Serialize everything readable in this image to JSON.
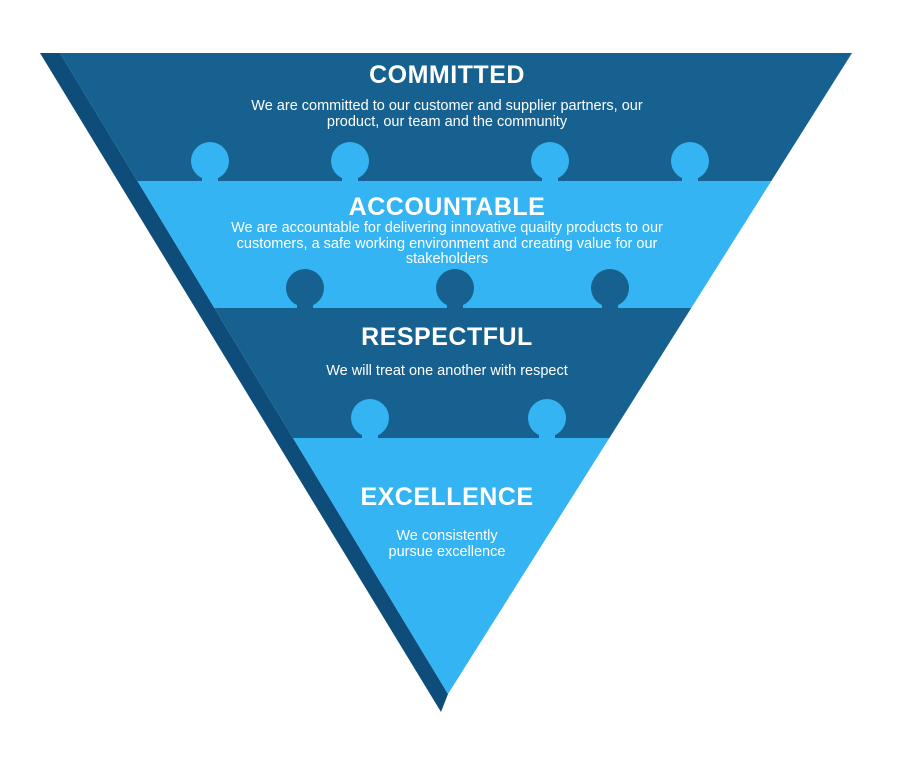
{
  "colors": {
    "dark_band": "#16618F",
    "light_band": "#34B4F2",
    "edge": "#0E4C7A",
    "text": "#FFFFFF",
    "background": "#FFFFFF"
  },
  "pyramid": {
    "levels": [
      {
        "id": "committed",
        "title": "COMMITTED",
        "lines": [
          "We are committed to our customer and supplier partners, our",
          "product, our team and the community"
        ]
      },
      {
        "id": "accountable",
        "title": "ACCOUNTABLE",
        "lines": [
          "We are accountable for delivering innovative quailty products to our",
          "customers, a safe working environment and creating value for our",
          "stakeholders"
        ]
      },
      {
        "id": "respectful",
        "title": "RESPECTFUL",
        "lines": [
          "We will treat one another with respect"
        ]
      },
      {
        "id": "excellence",
        "title": "EXCELLENCE",
        "lines": [
          "We consistently",
          "pursue excellence"
        ]
      }
    ]
  }
}
